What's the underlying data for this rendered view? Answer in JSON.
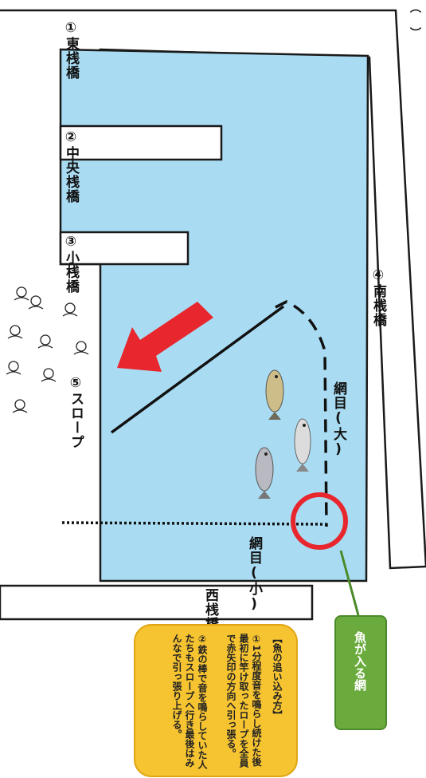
{
  "colors": {
    "water": "#a9dcf2",
    "arrow": "#e8262d",
    "highlight_circle": "#e8262d",
    "callout_bg": "#6bab3d",
    "note_bg": "#f6c331"
  },
  "piers": {
    "east": "①東桟橋",
    "center": "②中央桟橋",
    "small": "③小桟橋",
    "south": "④南桟橋",
    "slope": "⑤スロープ",
    "west": "西桟橋"
  },
  "nets": {
    "large_label": "網目(大)",
    "small_label": "網目(小)"
  },
  "callout": {
    "label": "魚が入る網"
  },
  "instructions": {
    "title": "【魚の追い込み方】",
    "step1": "①1分程度音を鳴らし続けた後最初に竿け取ったロープを全員で赤矢印の方向へ引っ張る。",
    "step2": "②鉄の棒で音を鳴らしていた人たちもスロープへ行き最後はみんなで引っ張り上げる。"
  },
  "top_fragment": "（ ）"
}
